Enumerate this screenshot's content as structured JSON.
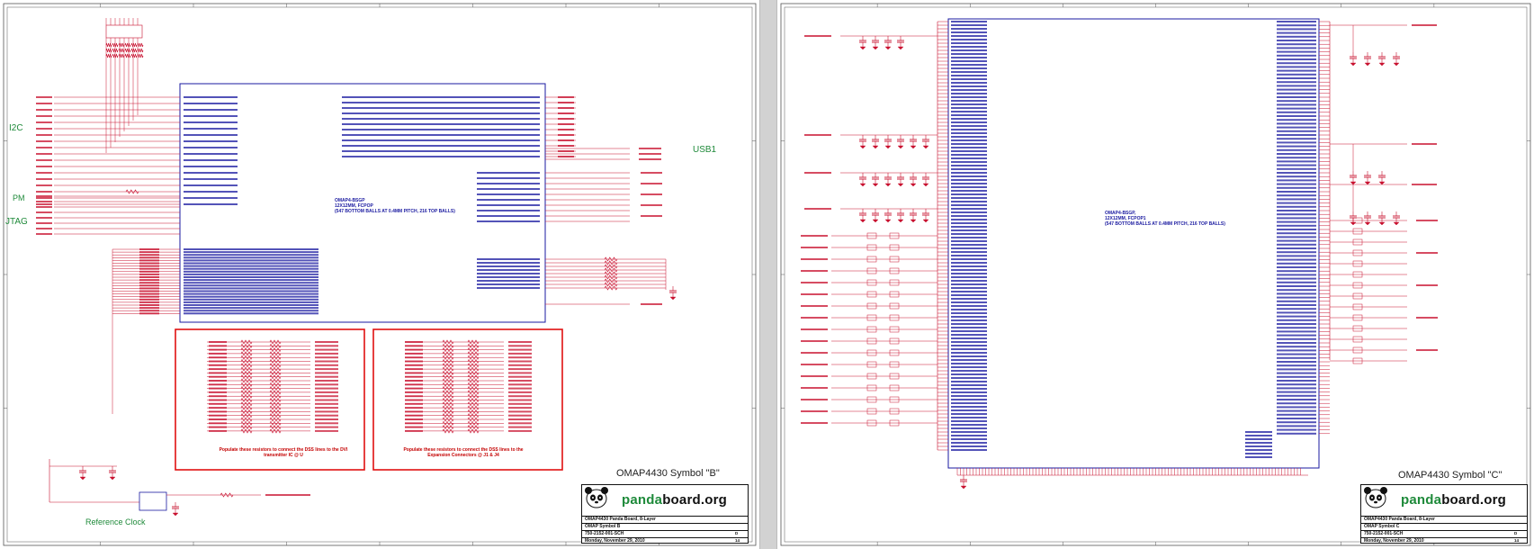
{
  "sheet_b": {
    "labels": {
      "i2c": "I2C",
      "usb1": "USB1",
      "pm": "PM",
      "jtag": "JTAG",
      "ref_clock": "Reference Clock"
    },
    "chip_title": "OMAP4-BSGP",
    "chip_subtitle": "12X12MM, FCPOP",
    "chip_note": "(547 BOTTOM BALLS AT 0.4MM PITCH, 216 TOP BALLS)",
    "note_dvi": "Populate these resistors to connect the DSS lines to the DVI transmitter IC @ U",
    "note_exp": "Populate these resistors to connect the DSS lines to the Expansion Connectors @ J1 & J4",
    "symbol_title": "OMAP4430 Symbol \"B\"",
    "title_block": {
      "logo_a": "panda",
      "logo_b": "board.org",
      "line1": "OMAP4430 Panda Board, 8-Layer",
      "line2": "OMAP Symbol B",
      "line3": "750-2152-001-SCH",
      "date": "Monday, November 29, 2010",
      "sheet": "14",
      "rev": "D"
    }
  },
  "sheet_c": {
    "chip_title": "OMAP4-BSGP,",
    "chip_subtitle": "12X12MM, FCPOP1",
    "chip_note": "(547 BOTTOM BALLS AT 0.4MM PITCH, 216 TOP BALLS)",
    "symbol_title": "OMAP4430 Symbol \"C\"",
    "title_block": {
      "logo_a": "panda",
      "logo_b": "board.org",
      "line1": "OMAP4430 Panda Board, 8-Layer",
      "line2": "OMAP Symbol C",
      "line3": "750-2152-001-SCH",
      "date": "Monday, November 29, 2010",
      "sheet": "14",
      "rev": "D"
    }
  },
  "colors": {
    "wire": "#c8102e",
    "chip": "#1a1aa0",
    "net_green": "#1f8a3a",
    "box_red": "#e01010"
  }
}
